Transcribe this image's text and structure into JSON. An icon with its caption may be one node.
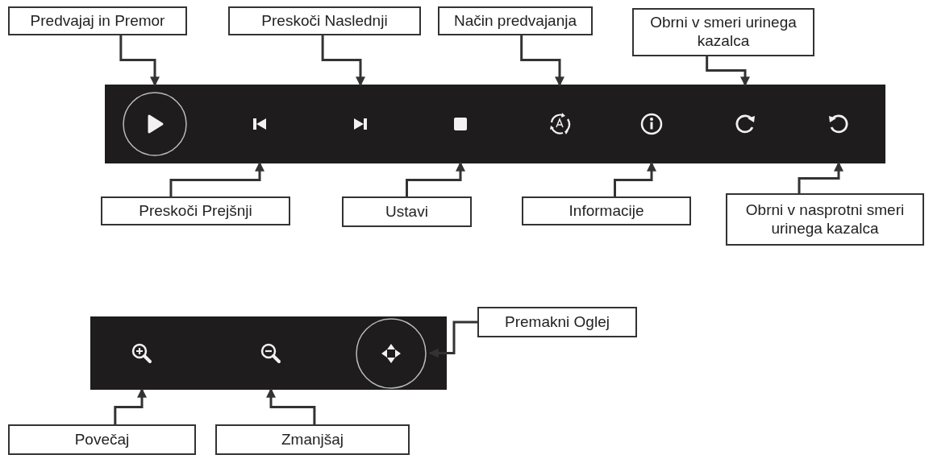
{
  "diagram": {
    "nodes": [
      {
        "text": [
          "Predvajaj in Premor"
        ]
      },
      {
        "text": [
          "Preskoči Naslednji"
        ]
      },
      {
        "text": [
          "Način predvajanja"
        ]
      },
      {
        "text": [
          "Obrni v smeri urinega kazalca"
        ]
      },
      {
        "text": [],
        "shape": "bar"
      },
      {
        "text": [],
        "shape": "button",
        "in": 4
      },
      {
        "text": [],
        "shape": "button",
        "in": 4
      },
      {
        "text": [],
        "shape": "button",
        "in": 4
      },
      {
        "text": [],
        "shape": "button",
        "in": 4
      },
      {
        "text": [],
        "shape": "button",
        "in": 4
      },
      {
        "text": [],
        "shape": "button",
        "in": 4
      },
      {
        "text": [],
        "shape": "button",
        "in": 4
      },
      {
        "text": [],
        "shape": "button",
        "in": 4
      },
      {
        "text": [
          "Preskoči Prejšnji"
        ]
      },
      {
        "text": [
          "Ustavi"
        ]
      },
      {
        "text": [
          "Informacije"
        ]
      },
      {
        "text": [
          "Obrni v nasprotni smeri urinega kazalca"
        ]
      },
      {
        "text": [],
        "shape": "bar"
      },
      {
        "text": [],
        "shape": "button",
        "in": 17
      },
      {
        "text": [],
        "shape": "button",
        "in": 17
      },
      {
        "text": [],
        "shape": "button",
        "in": 17
      },
      {
        "text": [
          "Premakni Oglej"
        ]
      },
      {
        "text": [
          "Povečaj"
        ]
      },
      {
        "text": [
          "Zmanjšaj"
        ]
      }
    ],
    "edges": [
      {
        "from": 0,
        "to": 5,
        "arrow": "to"
      },
      {
        "from": 1,
        "to": 7,
        "arrow": "to"
      },
      {
        "from": 2,
        "to": 9,
        "arrow": "to"
      },
      {
        "from": 3,
        "to": 11,
        "arrow": "to"
      },
      {
        "from": 13,
        "to": 6,
        "arrow": "to"
      },
      {
        "from": 14,
        "to": 8,
        "arrow": "to"
      },
      {
        "from": 15,
        "to": 10,
        "arrow": "to"
      },
      {
        "from": 16,
        "to": 12,
        "arrow": "to"
      },
      {
        "from": 21,
        "to": 20,
        "arrow": "to"
      },
      {
        "from": 22,
        "to": 18,
        "arrow": "to"
      },
      {
        "from": 23,
        "to": 19,
        "arrow": "to"
      }
    ]
  }
}
